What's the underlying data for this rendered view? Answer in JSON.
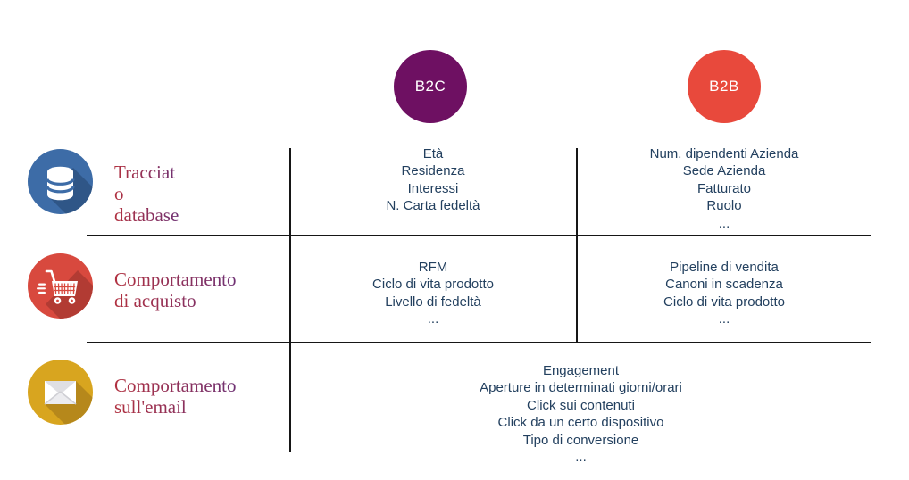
{
  "header": {
    "b2c": {
      "label": "B2C",
      "color": "#6E1062"
    },
    "b2b": {
      "label": "B2B",
      "color": "#E8493C"
    }
  },
  "rows": [
    {
      "icon": "database-icon",
      "icon_color": "#3D6CA7",
      "icon_shadow_color": "#2F5687",
      "label_lines": [
        "Tracciat",
        "o",
        "database"
      ],
      "b2c_items": [
        "Età",
        "Residenza",
        "Interessi",
        "N. Carta fedeltà"
      ],
      "b2b_items": [
        "Num. dipendenti Azienda",
        "Sede Azienda",
        "Fatturato",
        "Ruolo",
        "..."
      ]
    },
    {
      "icon": "shopping-cart-icon",
      "icon_color": "#D8493E",
      "icon_shadow_color": "#B23B33",
      "label_lines": [
        "Comportamento",
        "di acquisto"
      ],
      "b2c_items": [
        "RFM",
        "Ciclo di vita prodotto",
        "Livello di fedeltà",
        "..."
      ],
      "b2b_items": [
        "Pipeline di vendita",
        "Canoni in scadenza",
        "Ciclo di vita prodotto",
        "..."
      ]
    },
    {
      "icon": "email-icon",
      "icon_color": "#D8A51F",
      "icon_shadow_color": "#B6881B",
      "label_lines": [
        "Comportamento",
        "sull'email"
      ],
      "shared_items": [
        "Engagement",
        "Aperture in determinati giorni/orari",
        "Click sui contenuti",
        "Click da un certo dispositivo",
        "Tipo di conversione",
        "..."
      ]
    }
  ],
  "colors": {
    "table_text": "#23405F",
    "grid_line": "#161616",
    "label_gradient_from": "#B13140",
    "label_gradient_to": "#6F3173"
  }
}
